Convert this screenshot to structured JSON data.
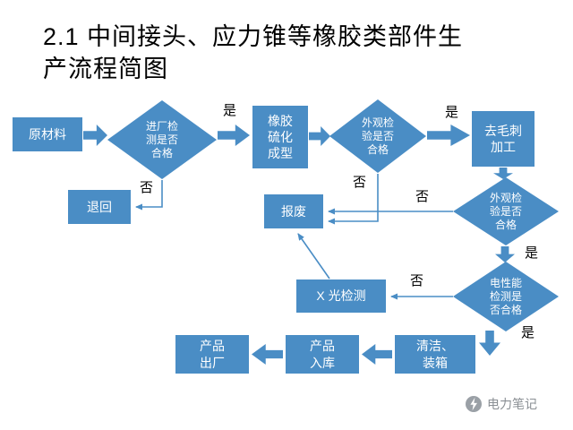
{
  "title": "2.1 中间接头、应力锥等橡胶类部件生\n产流程简图",
  "labels": {
    "yes": "是",
    "no": "否"
  },
  "nodes": {
    "raw_material": "原材料",
    "incoming_check": "进厂检\n测是否\n合格",
    "return_back": "退回",
    "vulcanize": "橡胶\n硫化\n成型",
    "appearance_check_1": "外观检\n验是否\n合格",
    "deburr": "去毛刺\n加工",
    "appearance_check_2": "外观检\n验是否\n合格",
    "scrap": "报废",
    "electrical_check": "电性能\n检测是\n否合格",
    "xray_check": "X 光检测",
    "clean_pack": "清洁、\n装箱",
    "warehouse_in": "产品\n入库",
    "ship_out": "产品\n出厂"
  },
  "watermark": {
    "text": "电力笔记"
  },
  "colors": {
    "shape_blue": "#4a8dc5",
    "text_on_shape": "#ffffff",
    "title_text": "#000000",
    "watermark_gray": "#8a8f94"
  }
}
